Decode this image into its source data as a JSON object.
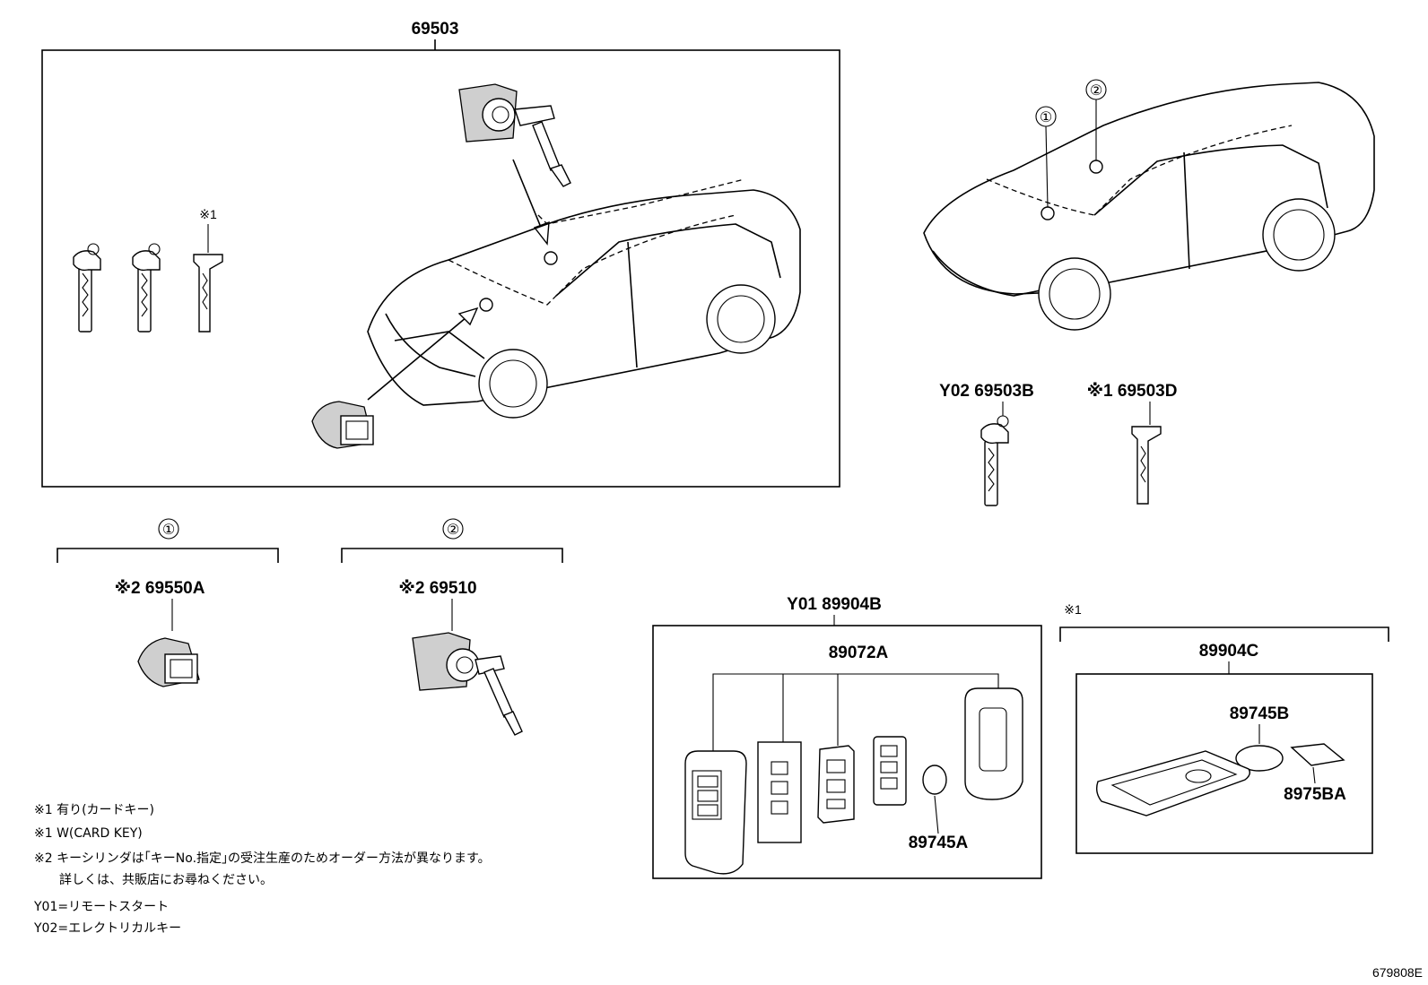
{
  "diagram": {
    "group_main": "69503",
    "key_note_mark": "※1",
    "circle_1": "①",
    "circle_2": "②",
    "label_y02_key": "Y02 69503B",
    "label_card_key": "※1 69503D",
    "label_door_cyl": "※2 69550A",
    "label_ign_cyl": "※2 69510",
    "label_remote": "Y01 89904B",
    "label_transmitter": "89072A",
    "label_battery_a": "89745A",
    "card_mark": "※1",
    "label_card_group": "89904C",
    "label_battery_b": "89745B",
    "label_card_part": "8975BA",
    "notes": [
      "※1  有り(カードキー)",
      "※1   W(CARD KEY)",
      "※2  キーシリンダは｢キーNo.指定｣の受注生産のためオーダー方法が異なります。",
      "　　詳しくは、共販店にお尋ねください。"
    ],
    "legend": [
      "Y01=リモートスタート",
      "Y02=エレクトリカルキー"
    ],
    "drawing_number": "679808E"
  }
}
